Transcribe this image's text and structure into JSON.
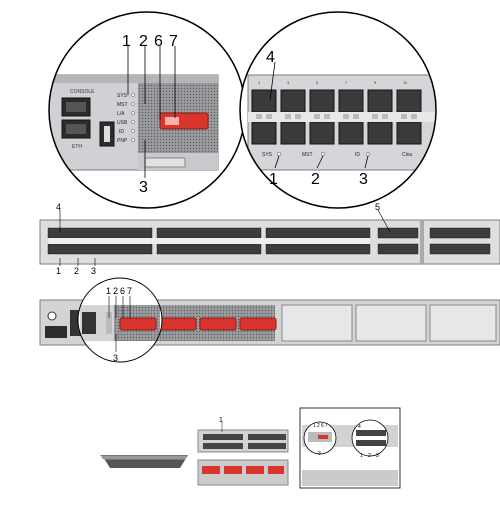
{
  "callouts_front_zoom_left": [
    "1",
    "2",
    "6",
    "7",
    "3"
  ],
  "callouts_front_zoom_right": [
    "4",
    "1",
    "2",
    "3"
  ],
  "callouts_main_front": [
    "4",
    "5",
    "1",
    "2",
    "3"
  ],
  "callouts_rear_zoom": [
    "1",
    "2",
    "6",
    "7",
    "3"
  ],
  "thumb_middle_callout": "1",
  "thumb_right_callouts": [
    "1",
    "2",
    "6",
    "7",
    "3",
    "4",
    "1",
    "2",
    "3"
  ],
  "led_labels": [
    "SYS",
    "MST",
    "L/A",
    "USB",
    "ID",
    "PNP"
  ],
  "port_labels": {
    "console": "CONSOLE",
    "eth": "ETH"
  },
  "zoom_right_labels": {
    "sys": "SYS",
    "mst": "MST",
    "id": "ID",
    "clo": "Clou"
  },
  "port_numbers_top": [
    "1",
    "3",
    "5",
    "7",
    "9",
    "11"
  ],
  "colors": {
    "accent": "#d9352d",
    "callout_text": "#000000",
    "chassis": "#8a8c8f",
    "lens": "#ffffff"
  }
}
